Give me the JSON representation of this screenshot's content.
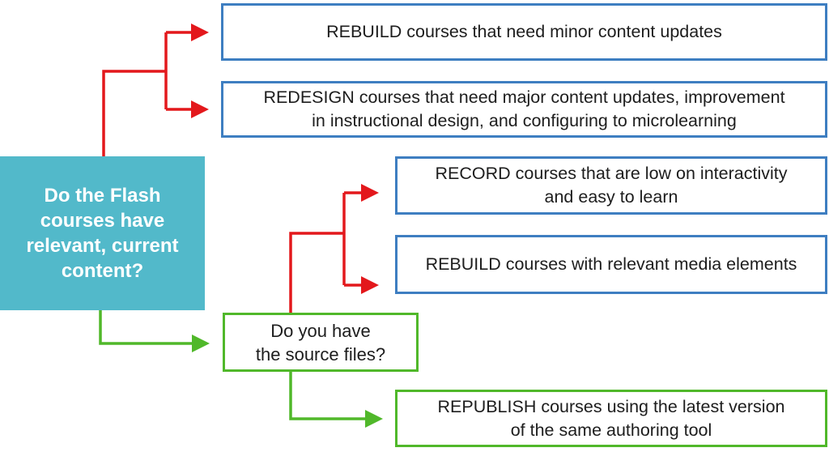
{
  "colors": {
    "teal": "#52B9CA",
    "blue_border": "#3E7EC1",
    "green": "#50B82A",
    "red": "#E3181C",
    "text_dark": "#1d1d1d",
    "text_light": "#ffffff",
    "box_fill": "#ffffff",
    "background": "#ffffff"
  },
  "decision_root": {
    "lines": [
      "Do the Flash",
      "courses have",
      "relevant, current",
      "content?"
    ]
  },
  "decision_source": {
    "lines": [
      "Do you have",
      "the source files?"
    ]
  },
  "outcomes": {
    "rebuild_minor": {
      "lines": [
        "REBUILD courses that need minor content updates"
      ]
    },
    "redesign": {
      "lines": [
        "REDESIGN courses that need major content updates, improvement",
        "in instructional design, and configuring to microlearning"
      ]
    },
    "record": {
      "lines": [
        "RECORD courses that are low on interactivity",
        "and easy to learn"
      ]
    },
    "rebuild_media": {
      "lines": [
        "REBUILD courses with relevant media elements"
      ]
    },
    "republish": {
      "lines": [
        "REPUBLISH courses using the latest version",
        "of the same authoring tool"
      ]
    }
  }
}
